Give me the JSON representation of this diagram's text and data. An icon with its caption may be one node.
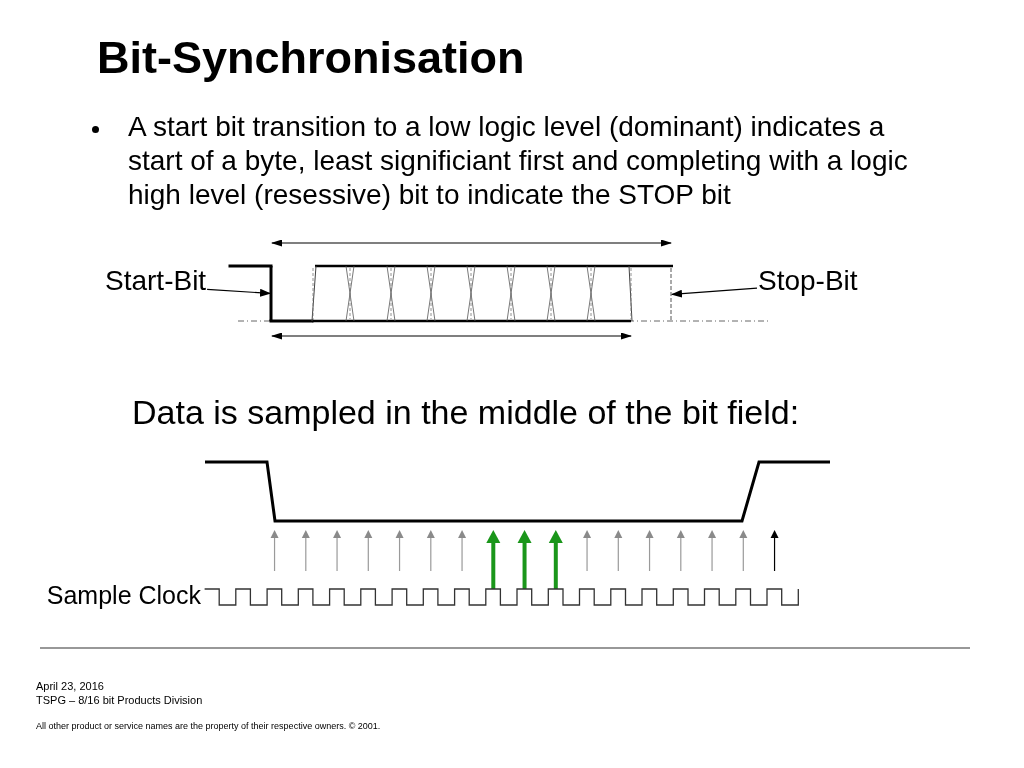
{
  "diagram": {
    "title": "Bit-Synchronisation",
    "nodes": [
      {
        "text": [
          "Start-Bit"
        ]
      },
      {
        "text": [],
        "shape": "line"
      },
      {
        "text": [],
        "shape": "line"
      },
      {
        "text": [
          "Stop-Bit"
        ]
      }
    ],
    "edges": [
      {
        "from": 0,
        "to": 1,
        "arrow": "to"
      },
      {
        "from": 3,
        "to": 2,
        "arrow": "to"
      }
    ],
    "labels": [
      "A start bit transition to a low logic level (dominant) indicates a start of a byte, least significiant first and completing with a logic high level (resessive) bit to indicate the STOP bit",
      "Data is sampled in the middle of the bit field:",
      "Sample Clock",
      "April 23, 2016",
      "TSPG – 8/16 bit Products Division",
      "All other product or service names are the property of their respective owners. © 2001."
    ]
  }
}
